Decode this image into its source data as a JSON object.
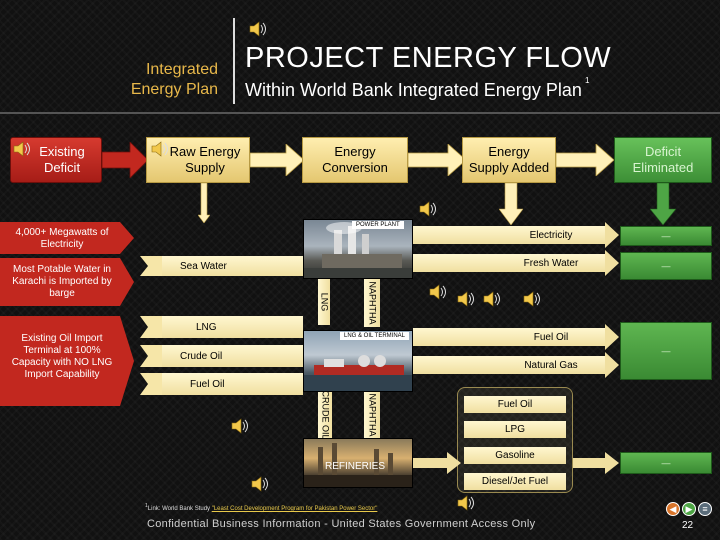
{
  "header": {
    "left_line1": "Integrated",
    "left_line2": "Energy Plan",
    "title": "PROJECT ENERGY FLOW",
    "subtitle": "Within World Bank Integrated Energy Plan",
    "subtitle_sup": "1"
  },
  "top_row": {
    "existing_deficit": "Existing Deficit",
    "raw_energy_supply": "Raw Energy Supply",
    "energy_conversion": "Energy Conversion",
    "energy_supply_added": "Energy Supply Added",
    "deficit_eliminated": "Deficit Eliminated"
  },
  "left_labels": {
    "megawatts": "4,000+ Megawatts of Electricity",
    "potable_water": "Most Potable Water in Karachi is Imported by barge",
    "oil_import": "Existing Oil Import Terminal at 100% Capacity with NO LNG Import Capability"
  },
  "photos": {
    "power_plant": "POWER PLANT",
    "terminal": "LNG & OIL TERMINAL",
    "refineries": "REFINERIES"
  },
  "inputs": {
    "sea_water": "Sea Water",
    "lng": "LNG",
    "crude_oil": "Crude Oil",
    "fuel_oil": "Fuel Oil"
  },
  "vertical": {
    "lng": "LNG",
    "naphtha_upper": "NAPHTHA",
    "crude_oil": "CRUDE OIL",
    "naphtha_lower": "NAPHTHA"
  },
  "outputs": {
    "electricity": "Electricity",
    "fresh_water": "Fresh Water",
    "fuel_oil": "Fuel Oil",
    "natural_gas": "Natural Gas",
    "refinery_fuel_oil": "Fuel Oil",
    "lpg": "LPG",
    "gasoline": "Gasoline",
    "diesel_jet": "Diesel/Jet Fuel"
  },
  "footnote": {
    "prefix": "1",
    "text": "Link: World Bank Study ",
    "link": "\"Least Cost Development Program for Pakistan Power Sector\""
  },
  "footer": {
    "confidential": "Confidential Business Information - United States Government Access Only",
    "page_number": "22"
  },
  "colors": {
    "accent_gold": "#e8b84a",
    "deficit_red": "#c2281f",
    "eliminated_green": "#4ea545",
    "flow_cream": "#f8eab8"
  }
}
